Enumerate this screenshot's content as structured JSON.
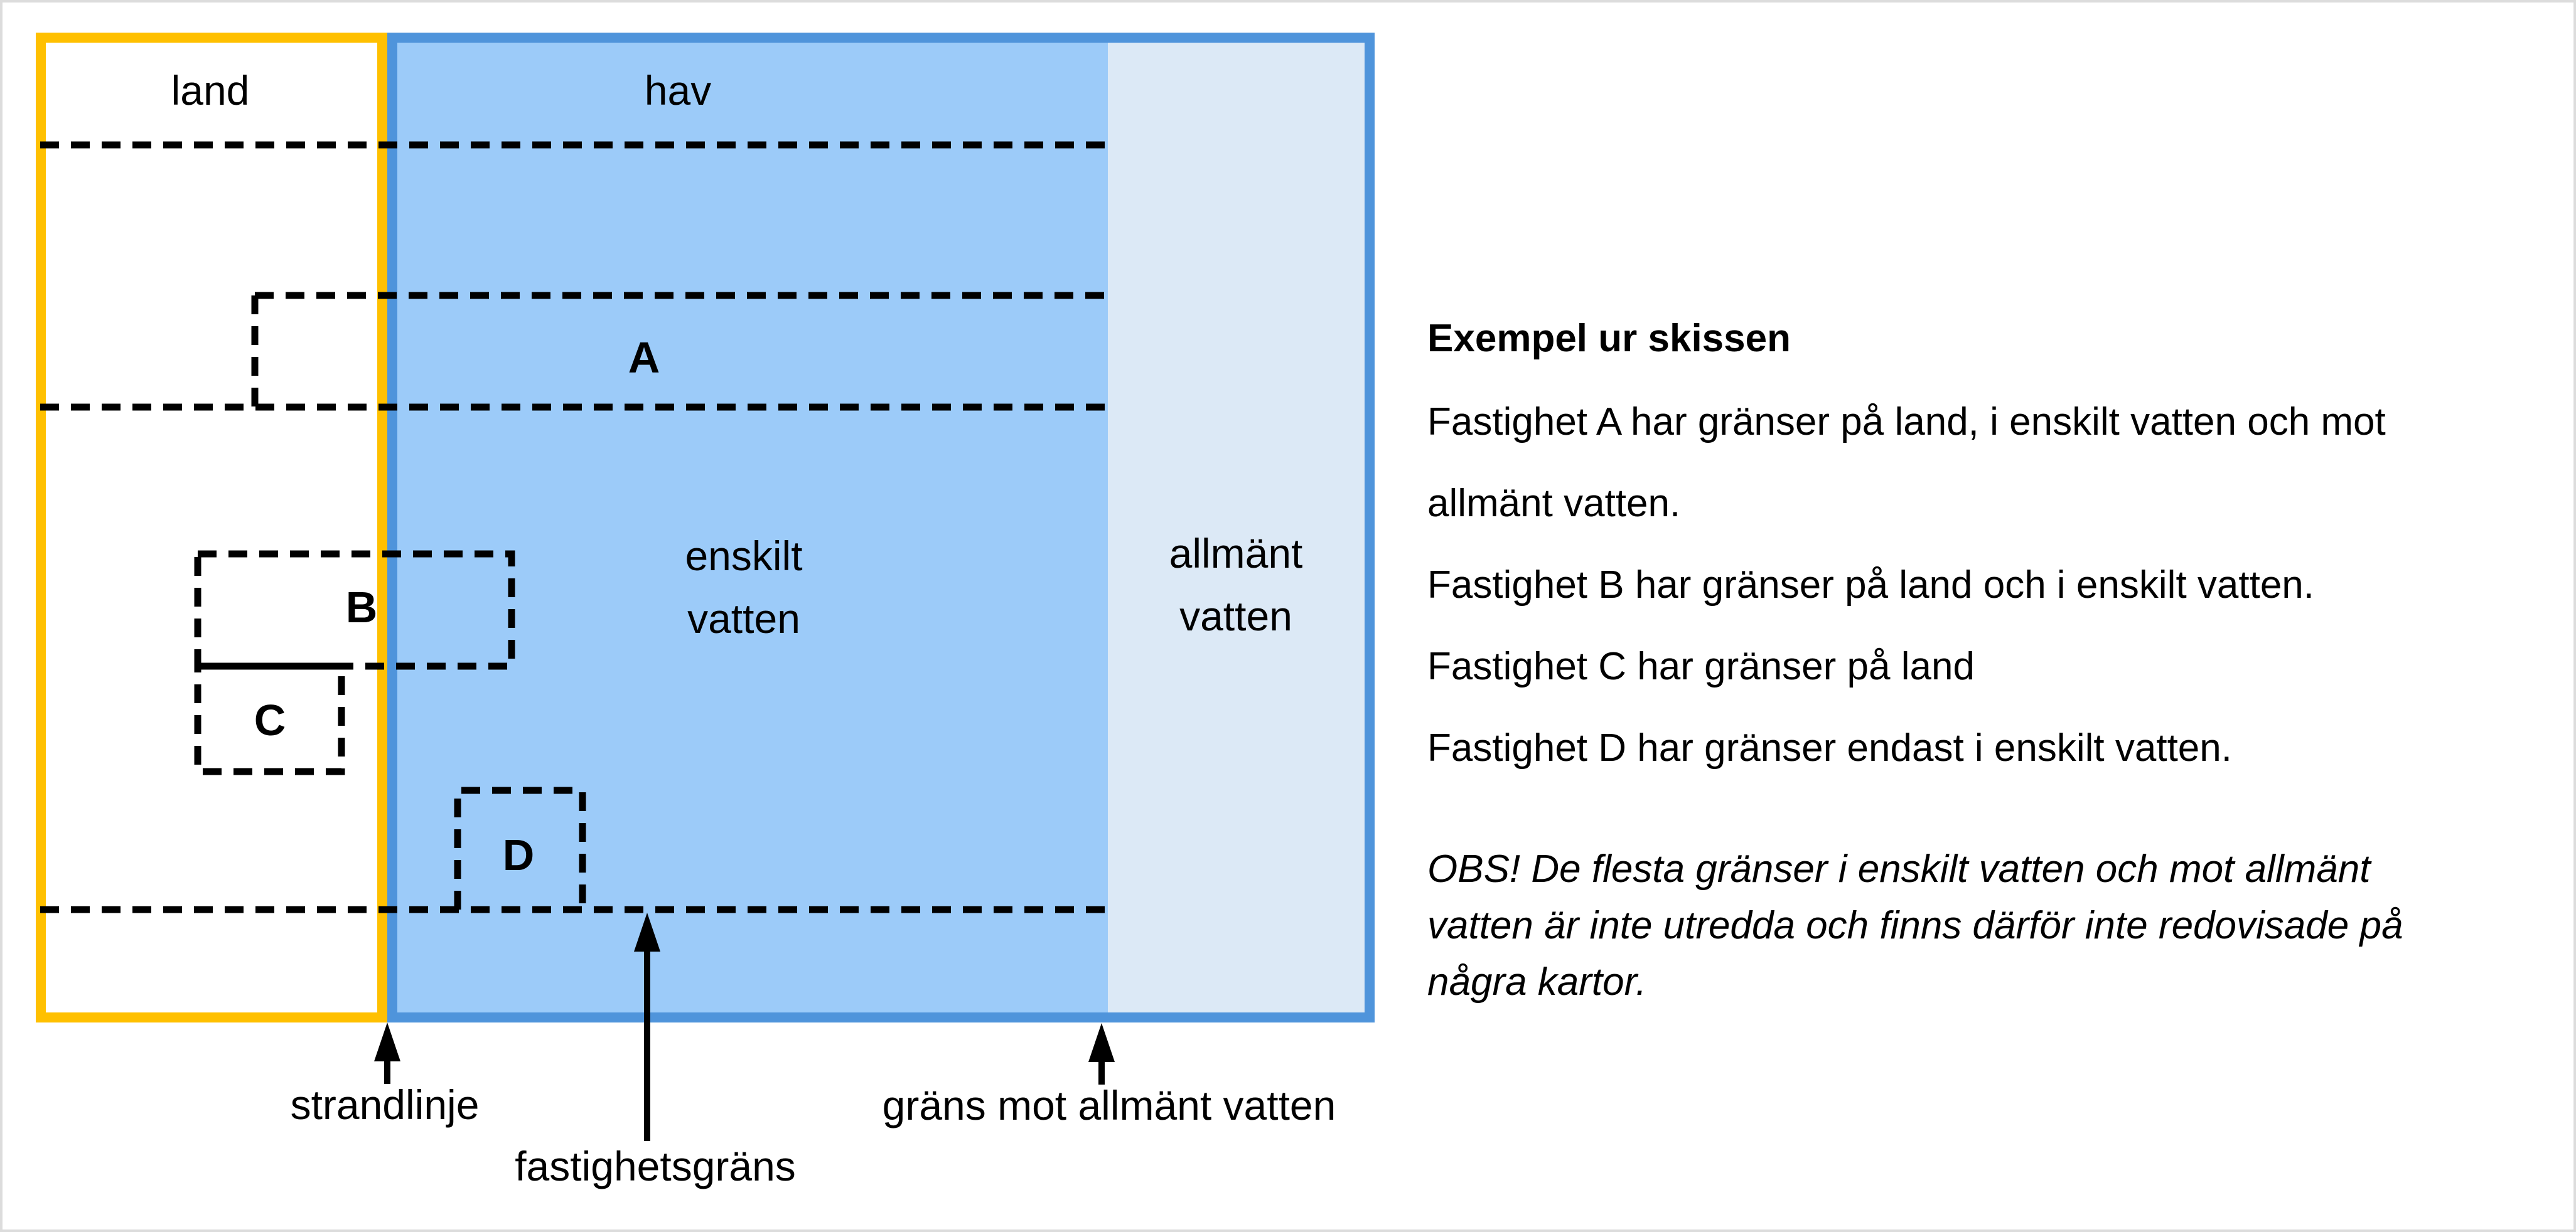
{
  "diagram": {
    "region_labels": {
      "land": "land",
      "hav": "hav",
      "enskilt_vatten": "enskilt\nvatten",
      "allmant_vatten": "allmänt\nvatten"
    },
    "parcels": {
      "a": "A",
      "b": "B",
      "c": "C",
      "d": "D"
    },
    "annotations": {
      "strandlinje": "strandlinje",
      "fastighetsgrans": "fastighetsgräns",
      "grans_mot_allmant_vatten": "gräns mot allmänt vatten"
    },
    "colors": {
      "shore_border": "#FFC000",
      "sea_border": "#4F94DB",
      "enskilt_fill": "#9CCBF9",
      "allmant_fill": "#DCE9F6",
      "boundary_line": "#000000"
    }
  },
  "sidebar": {
    "title": "Exempel ur skissen",
    "body_lines": "Fastighet A har gränser på land, i enskilt vatten och mot\nallmänt vatten.\nFastighet B har gränser på land och i enskilt vatten.\nFastighet C har gränser på land\nFastighet D har gränser endast i enskilt vatten.",
    "note": "OBS! De flesta gränser i enskilt vatten och mot allmänt\nvatten är inte utredda och finns därför inte redovisade på\nnågra kartor."
  }
}
